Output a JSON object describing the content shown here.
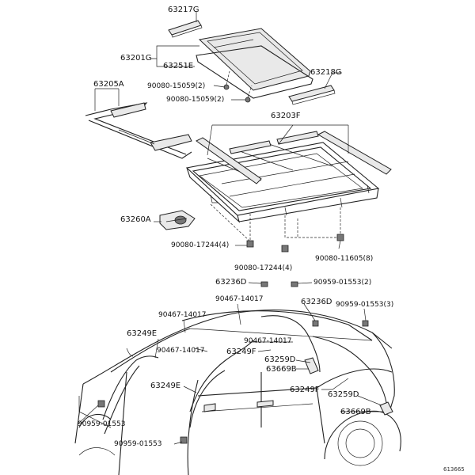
{
  "diagram": {
    "part_labels": {
      "p63217G": "63217G",
      "p63201G": "63201G",
      "p63251E": "63251E",
      "p63218G": "63218G",
      "p63205A": "63205A",
      "p90080_15059_a": "90080-15059(2)",
      "p90080_15059_b": "90080-15059(2)",
      "p63203F": "63203F",
      "p63260A": "63260A",
      "p90080_17244_a": "90080-17244(4)",
      "p90080_17244_b": "90080-17244(4)",
      "p90080_11605": "90080-11605(8)",
      "p63236D_a": "63236D",
      "p90959_01553_a": "90959-01553(2)",
      "p90467_14017_a": "90467-14017",
      "p63236D_b": "63236D",
      "p90959_01553_b": "90959-01553(3)",
      "p90467_14017_b": "90467-14017",
      "p63249E_a": "63249E",
      "p90467_14017_c": "90467-14017",
      "p90467_14017_d": "90467-14017",
      "p63249F_a": "63249F",
      "p63259D_a": "63259D",
      "p63669B_a": "63669B",
      "p63249E_b": "63249E",
      "p63249F_b": "63249F",
      "p63259D_b": "63259D",
      "p90959_01553_c": "90959-01553",
      "p63669B_b": "63669B",
      "p90959_01553_d": "90959-01553"
    },
    "figure_code": "613665"
  }
}
